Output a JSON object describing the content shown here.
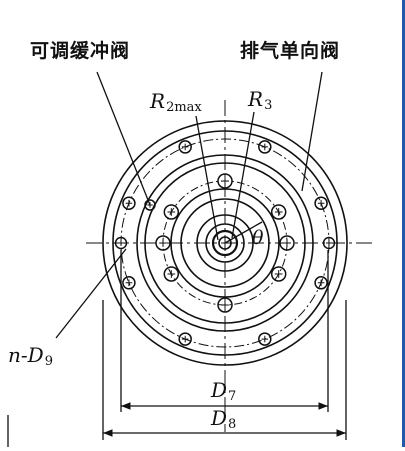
{
  "labels": {
    "cushion_valve": "可调缓冲阀",
    "exhaust_valve": "排气单向阀",
    "r2_main": "R",
    "r2_sub": "2max",
    "r3_main": "R",
    "r3_sub": "3",
    "theta": "θ",
    "d7_main": "D",
    "d7_sub": "7",
    "d8_main": "D",
    "d8_sub": "8",
    "nd9_main": "n-D",
    "nd9_sub": "9"
  },
  "colors": {
    "line": "#111111",
    "edge": "#1e5aa8"
  }
}
